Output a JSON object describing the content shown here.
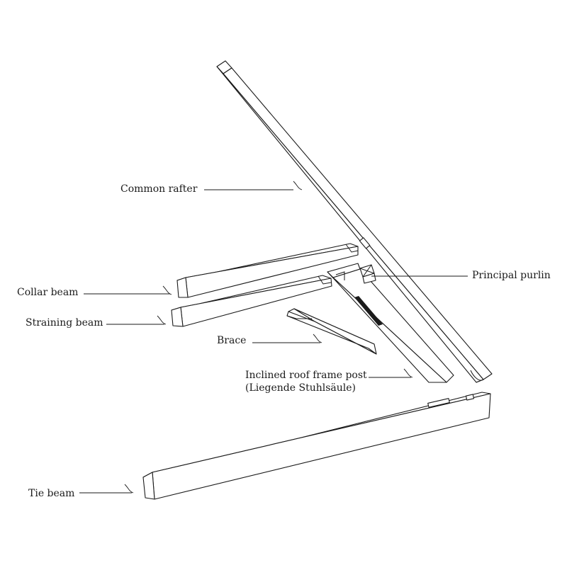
{
  "labels": {
    "common_rafter": "Common rafter",
    "principal_purlin": "Principal purlin",
    "collar_beam": "Collar beam",
    "straining_beam": "Straining beam",
    "brace": "Brace",
    "inclined_post_line1": "Inclined roof frame post",
    "inclined_post_line2": "(Liegende Stuhlsäule)",
    "tie_beam": "Tie beam"
  }
}
